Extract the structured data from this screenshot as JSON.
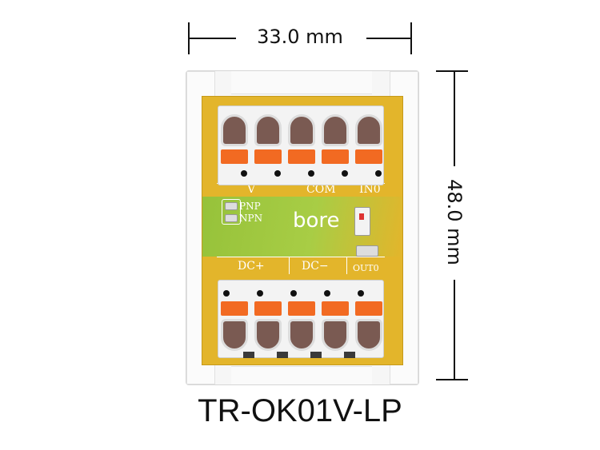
{
  "dimensions": {
    "width_label": "33.0 mm",
    "height_label": "48.0 mm"
  },
  "board": {
    "brand": "bore",
    "silkscreen": {
      "top_left": "V",
      "top_mid": "COM",
      "top_right": "IN0",
      "pnp": "PNP",
      "npn": "NPN",
      "dc_plus": "DC+",
      "dc_minus": "DC−",
      "out0": "OUT0"
    },
    "top_terminals": 5,
    "bottom_terminals": 5
  },
  "product": {
    "model": "TR-OK01V-LP"
  },
  "colors": {
    "pcb": "#e3b52b",
    "pcb_green": "#a8cd45",
    "lever": "#f26a22",
    "slot": "#7a5a52"
  }
}
